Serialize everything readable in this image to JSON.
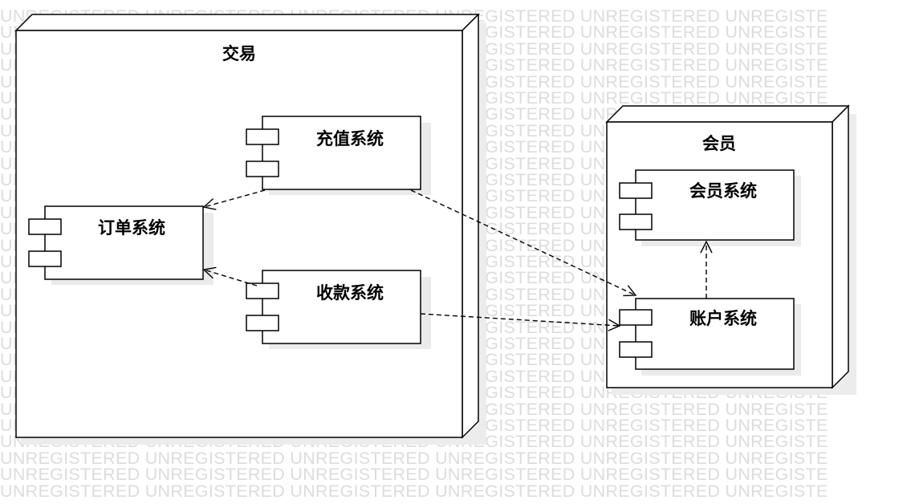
{
  "watermark": {
    "text": "UNREGISTERED UNREGISTERED UNREGISTERED UNREGISTERED UNREGISTERED UNREGISTE"
  },
  "nodes": {
    "trade": {
      "title": "交易"
    },
    "member": {
      "title": "会员"
    }
  },
  "components": {
    "order": {
      "label": "订单系统"
    },
    "recharge": {
      "label": "充值系统"
    },
    "payment": {
      "label": "收款系统"
    },
    "member_system": {
      "label": "会员系统"
    },
    "account": {
      "label": "账户系统"
    }
  },
  "colors": {
    "stroke": "#000000",
    "shadow": "#e6e6e6",
    "watermark": "#dcdcdc",
    "background": "#ffffff"
  }
}
